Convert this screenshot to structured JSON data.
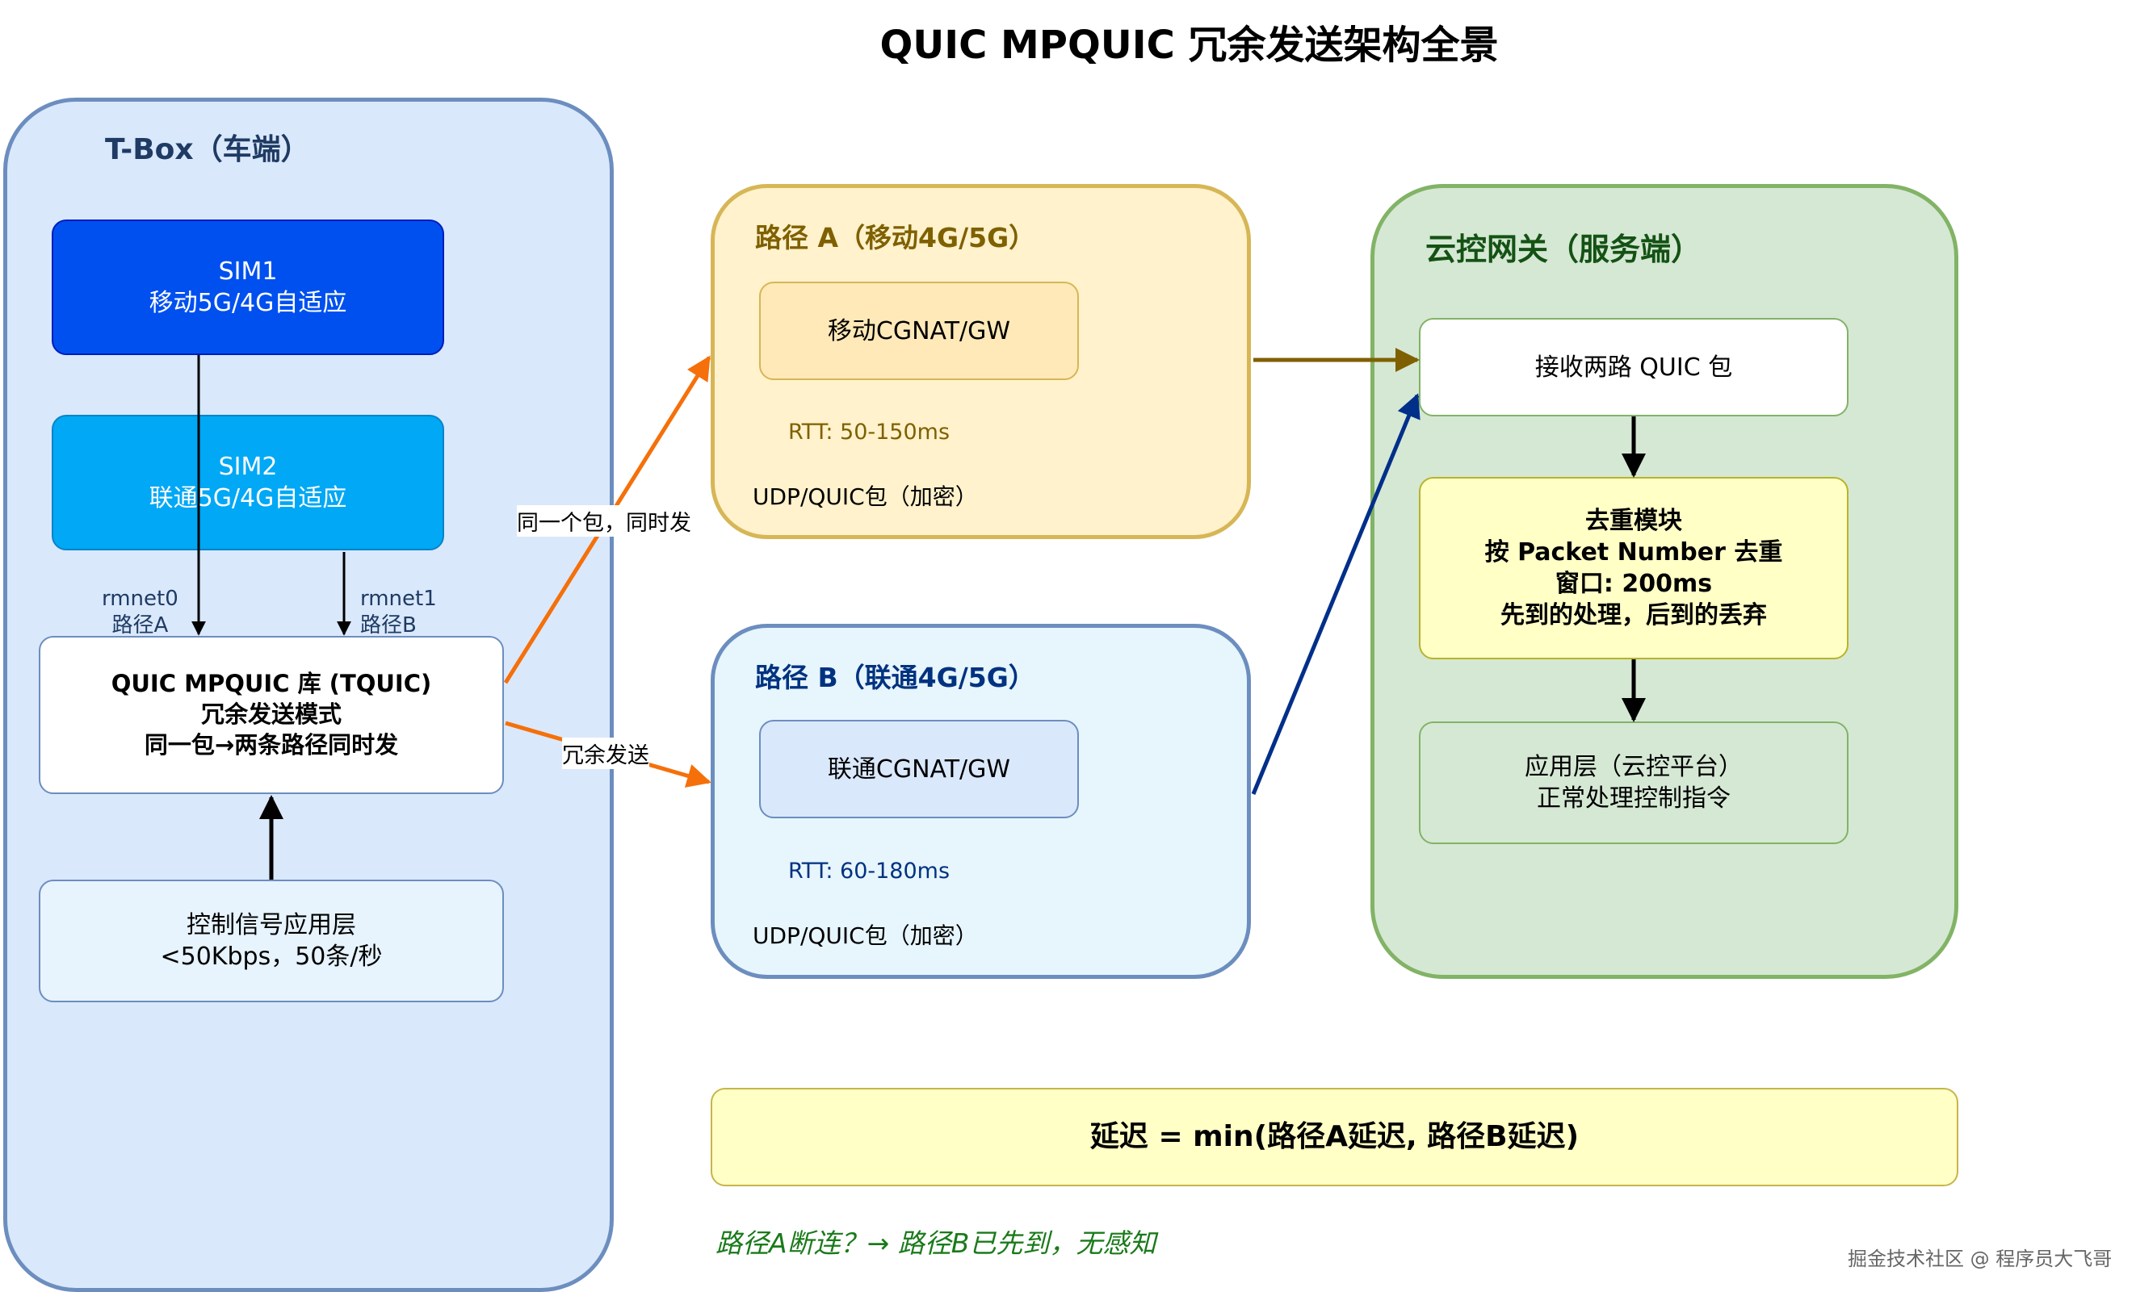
{
  "title": "QUIC MPQUIC 冗余发送架构全景",
  "tbox": {
    "title": "T-Box（车端）",
    "sim1": "SIM1\n移动5G/4G自适应",
    "sim2": "SIM2\n联通5G/4G自适应",
    "rmnet0": "rmnet0\n路径A",
    "rmnet1": "rmnet1\n路径B",
    "quic": "QUIC MPQUIC 库 (TQUIC)\n冗余发送模式\n同一包→两条路径同时发",
    "control": "控制信号应用层\n<50Kbps，50条/秒"
  },
  "path_a": {
    "title": "路径 A（移动4G/5G）",
    "gateway": "移动CGNAT/GW",
    "rtt": "RTT: 50-150ms",
    "packet": "UDP/QUIC包（加密）"
  },
  "path_b": {
    "title": "路径 B（联通4G/5G）",
    "gateway": "联通CGNAT/GW",
    "rtt": "RTT: 60-180ms",
    "packet": "UDP/QUIC包（加密）"
  },
  "gateway": {
    "title": "云控网关（服务端）",
    "receive": "接收两路 QUIC 包",
    "dedup": "去重模块\n按 Packet Number 去重\n窗口: 200ms\n先到的处理，后到的丢弃",
    "app": "应用层（云控平台）\n正常处理控制指令"
  },
  "edge_labels": {
    "to_a": "同一个包，同时发",
    "to_b": "冗余发送"
  },
  "latency": "延迟 = min(路径A延迟, 路径B延迟)",
  "failover_note": "路径A断连？→ 路径B已先到，无感知",
  "watermark": "掘金技术社区 @ 程序员大飞哥",
  "colors": {
    "orange_arrow": "#f5700a",
    "brown_arrow": "#7f6000",
    "navy_arrow": "#002f8a",
    "black_arrow": "#000000",
    "path_a_title": "#7f6000",
    "path_b_title": "#003280",
    "cloud_title": "#145214",
    "note_green": "#1a7a1a"
  }
}
